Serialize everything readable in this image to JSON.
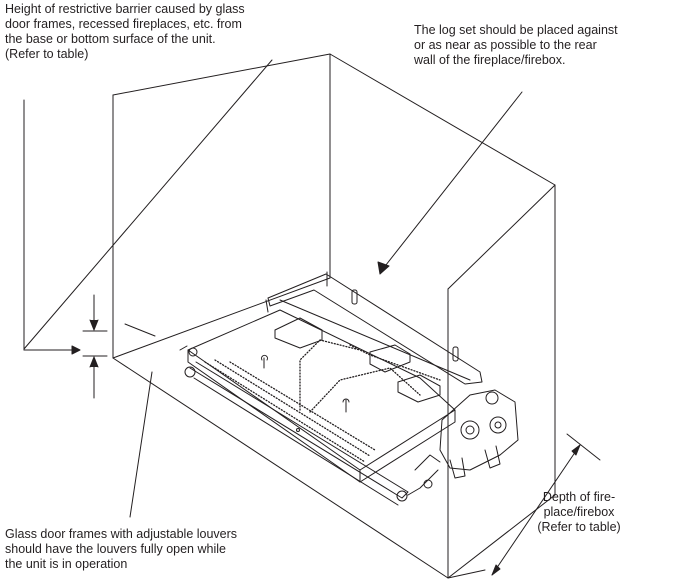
{
  "callouts": {
    "barrier": "Height of restrictive barrier caused by glass\ndoor frames, recessed fireplaces, etc. from\nthe base or bottom surface of the unit.\n(Refer to table)",
    "log_set": "The log set should be placed against\nor as near as possible to the rear\nwall of the fireplace/firebox.",
    "depth": "Depth of fire-\nplace/firebox\n(Refer to table)",
    "glass_door": "Glass door frames with adjustable louvers\nshould have the louvers fully open while\nthe unit is in operation"
  },
  "colors": {
    "line": "#231f20",
    "background": "#ffffff"
  }
}
